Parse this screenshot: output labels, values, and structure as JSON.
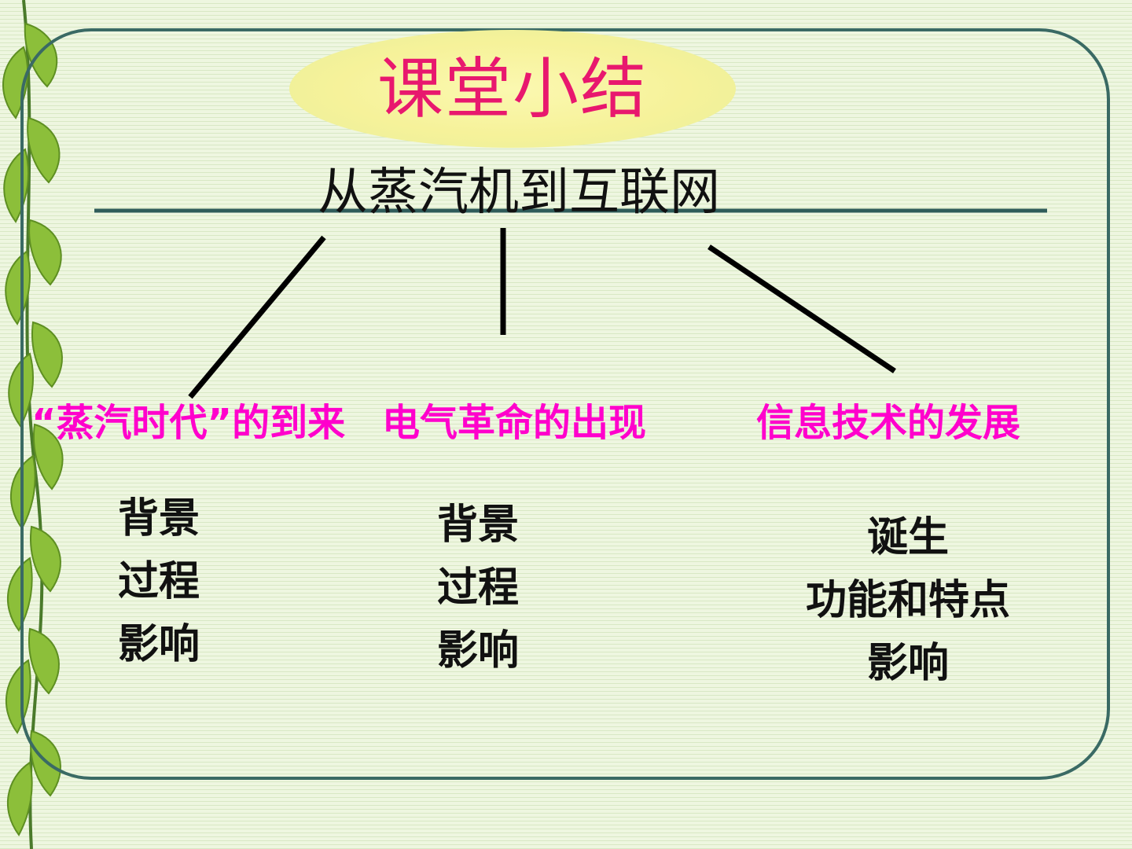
{
  "slide": {
    "title": "课堂小结",
    "heading": "从蒸汽机到互联网"
  },
  "branches": [
    {
      "title": "“蒸汽时代”的到来",
      "items": [
        "背景",
        "过程",
        "影响"
      ]
    },
    {
      "title": "电气革命的出现",
      "items": [
        "背景",
        "过程",
        "影响"
      ]
    },
    {
      "title": "信息技术的发展",
      "items": [
        "诞生",
        "功能和特点",
        "影响"
      ]
    }
  ],
  "colors": {
    "title": "#e8186e",
    "branch_title": "#ff00cc",
    "text": "#111111",
    "frame": "#3a6a64",
    "rule": "#2f5c5a",
    "title_ellipse": "#f6f29a"
  },
  "icons": [
    "leaf-vine-decoration"
  ]
}
